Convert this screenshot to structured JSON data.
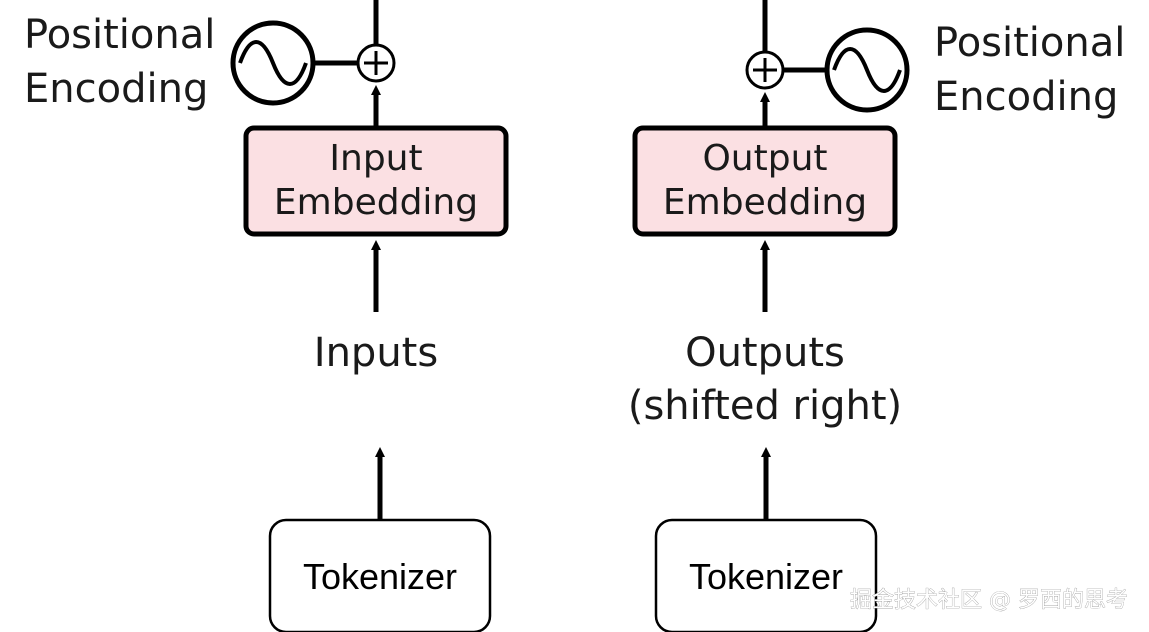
{
  "encoder": {
    "positional_encoding_line1": "Positional",
    "positional_encoding_line2": "Encoding",
    "embedding_line1": "Input",
    "embedding_line2": "Embedding",
    "inputs_label": "Inputs",
    "tokenizer_label": "Tokenizer"
  },
  "decoder": {
    "positional_encoding_line1": "Positional",
    "positional_encoding_line2": "Encoding",
    "embedding_line1": "Output",
    "embedding_line2": "Embedding",
    "outputs_label_line1": "Outputs",
    "outputs_label_line2": "(shifted right)",
    "tokenizer_label": "Tokenizer"
  },
  "watermark": "掘金技术社区 @ 罗西的思考",
  "colors": {
    "embedding_fill": "#fbe0e3",
    "stroke": "#000000",
    "text": "#1a1a1a"
  }
}
